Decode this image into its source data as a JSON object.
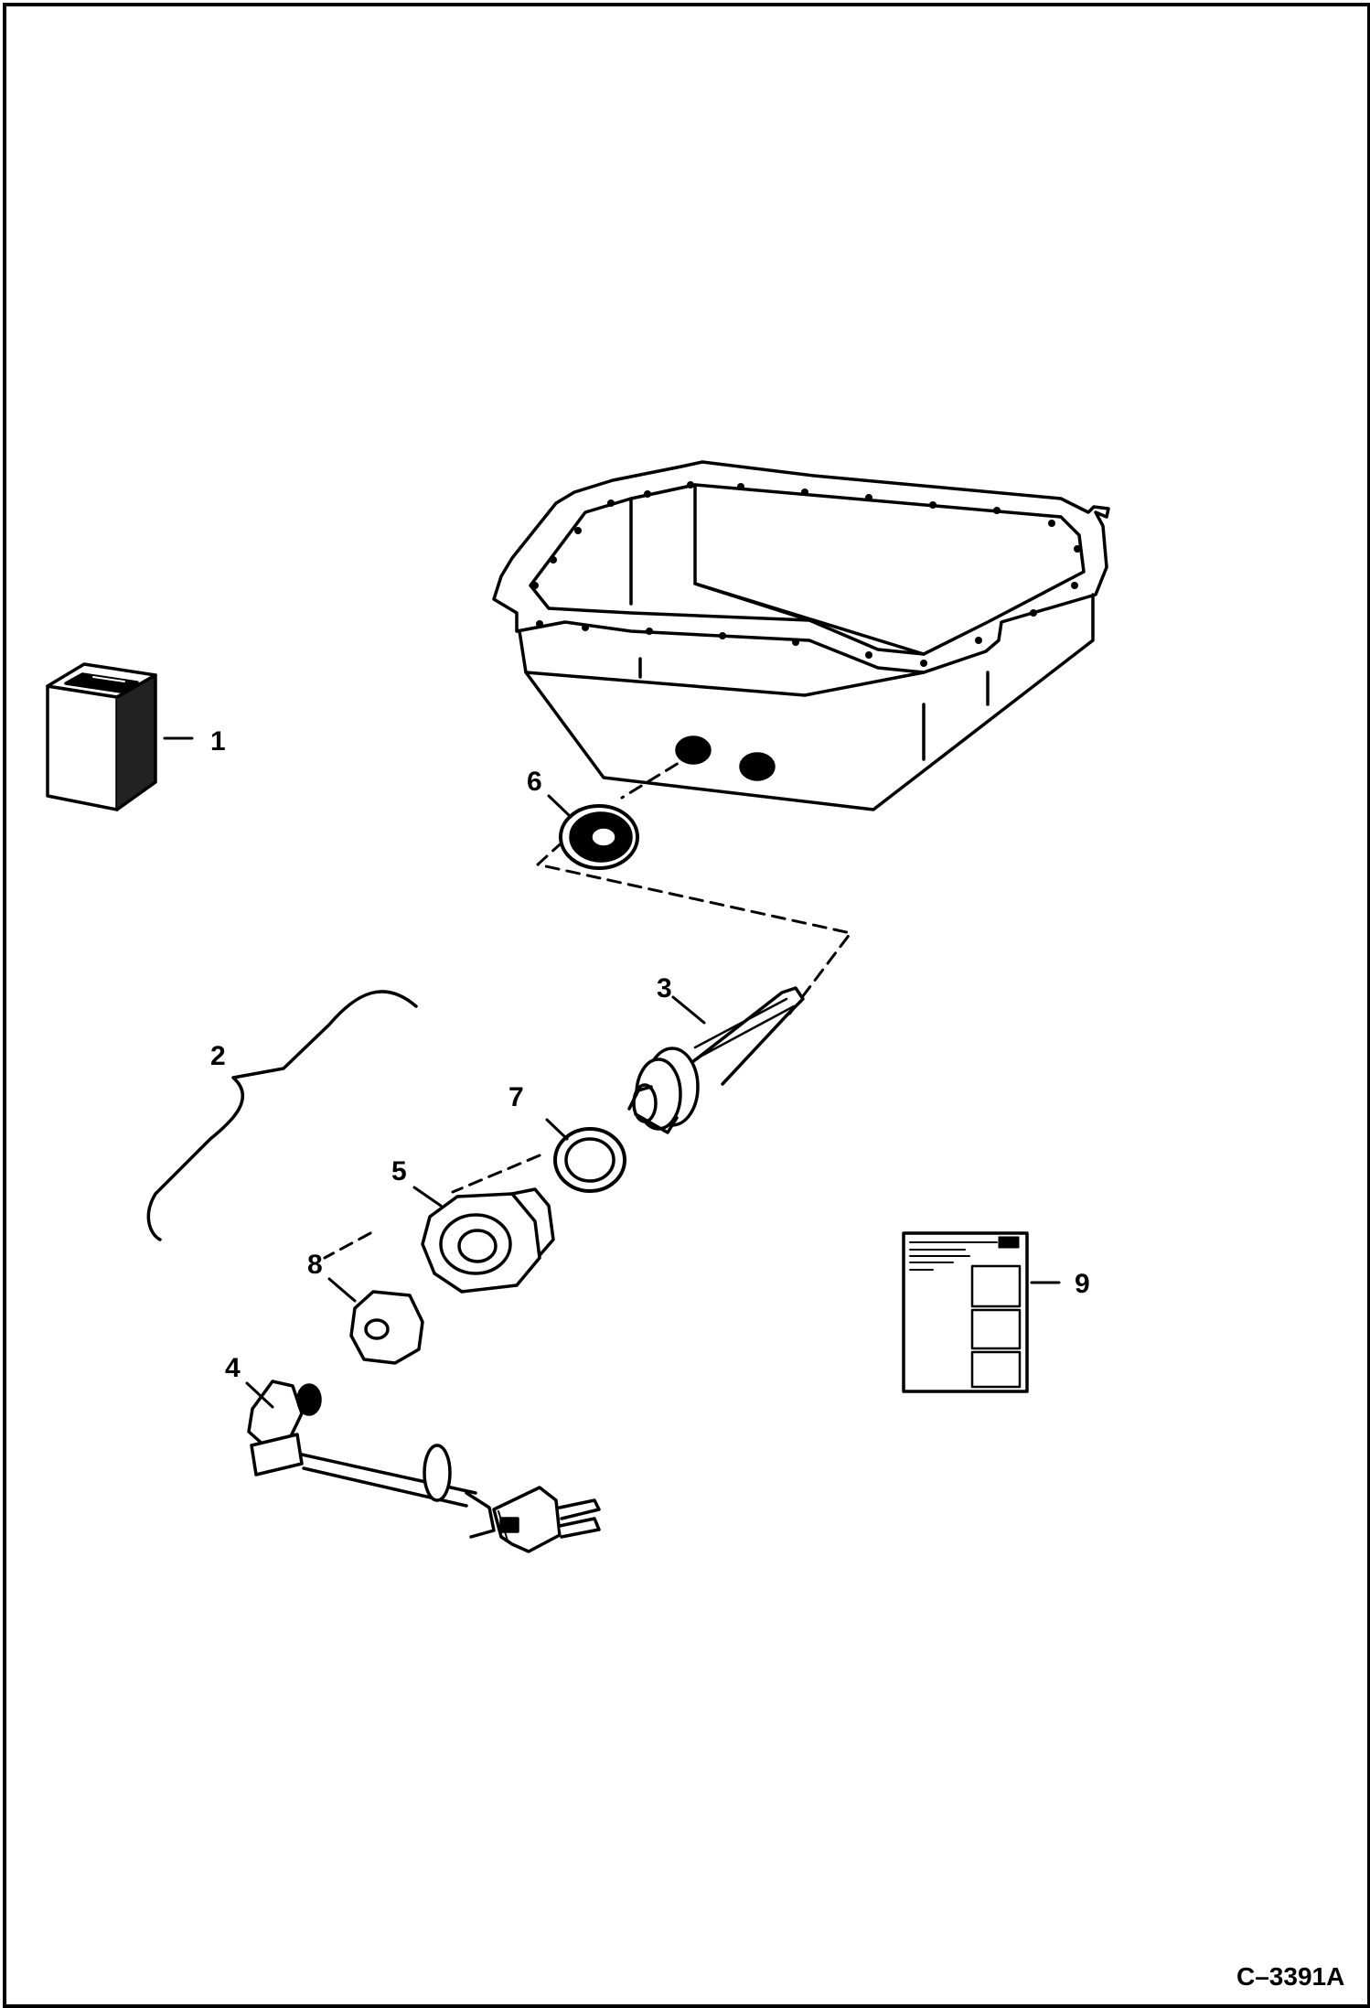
{
  "diagram": {
    "figure_id": "C–3391A",
    "callouts": [
      "1",
      "2",
      "3",
      "4",
      "5",
      "6",
      "7",
      "8",
      "9"
    ],
    "colors": {
      "line": "#000000",
      "background": "#ffffff"
    },
    "parts": [
      "heater-box-icon",
      "oil-pan",
      "gasket-6",
      "heater-element-3",
      "washer-7",
      "adapter-fitting-5",
      "nut-8",
      "cord-plug-4",
      "instruction-decal-9"
    ]
  }
}
